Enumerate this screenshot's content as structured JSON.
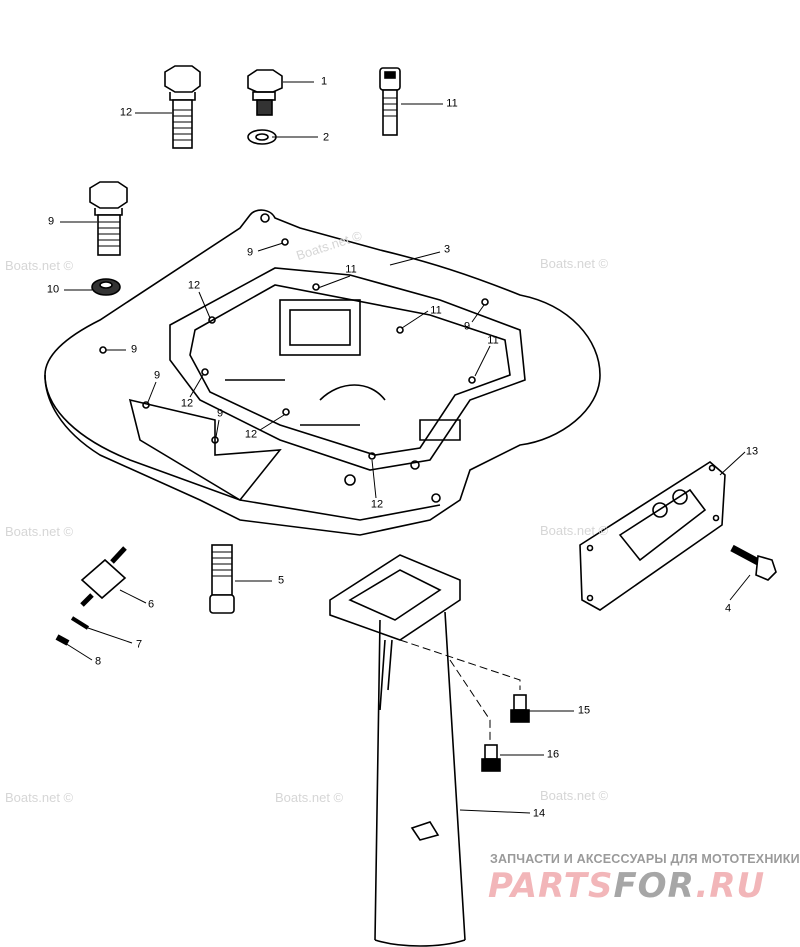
{
  "watermark": "Boats.net ©",
  "logo": {
    "subtitle": "ЗАПЧАСТИ И АКСЕССУАРЫ ДЛЯ МОТОТЕХНИКИ",
    "part1": "PARTS",
    "part2": "FOR",
    "part3": ".RU"
  },
  "callouts": [
    "1",
    "2",
    "11",
    "12",
    "9",
    "10",
    "3",
    "9",
    "11",
    "12",
    "11",
    "9",
    "9",
    "11",
    "9",
    "12",
    "9",
    "12",
    "12",
    "13",
    "4",
    "5",
    "6",
    "7",
    "8",
    "15",
    "16",
    "14"
  ],
  "colors": {
    "line": "#000000",
    "watermark": "#d6d6d6",
    "logo_pink": "#f2b6b9",
    "logo_gray": "#a6a6a6"
  }
}
